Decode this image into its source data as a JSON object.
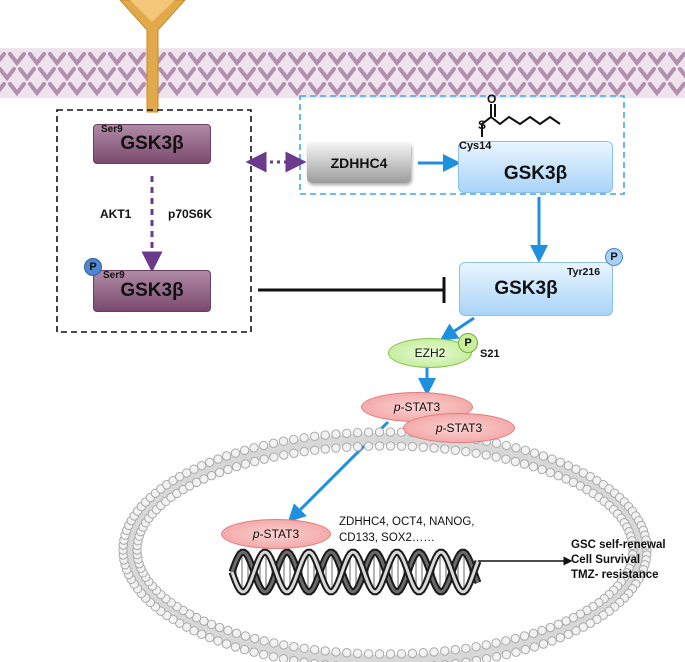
{
  "nodes": {
    "gsk_top": "GSK3β",
    "gsk_ser9_site": "Ser9",
    "akt1": "AKT1",
    "p70s6k": "p70S6K",
    "gsk_p": "GSK3β",
    "gsk_p_site": "Ser9",
    "p_symbol": "P",
    "zdhhc4": "ZDHHC4",
    "cys14": "Cys14",
    "s_atom": "S",
    "o_atom": "O",
    "gsk_palm": "GSK3β",
    "gsk_tyr": "GSK3β",
    "tyr216": "Tyr216",
    "ezh2": "EZH2",
    "s21": "S21",
    "pstat3_a_prefix": "p",
    "pstat3_a_suffix": "-STAT3",
    "pstat3_b_prefix": "p",
    "pstat3_b_suffix": "-STAT3",
    "pstat3_c_prefix": "p",
    "pstat3_c_suffix": "-STAT3",
    "genes_line1": "ZDHHC4, OCT4, NANOG,",
    "genes_line2": "CD133, SOX2……"
  },
  "outcomes": [
    "GSC self-renewal",
    "Cell Survival",
    "TMZ- resistance"
  ],
  "colors": {
    "membrane": "#b38fae",
    "receptor": "#e1a94a",
    "purple_arrow": "#6b3a8c",
    "blue_arrow": "#1f8fe0",
    "inhibit": "#111111",
    "dashed_blue": "#3fa9e6",
    "nucleus": "#c8c8c8"
  }
}
